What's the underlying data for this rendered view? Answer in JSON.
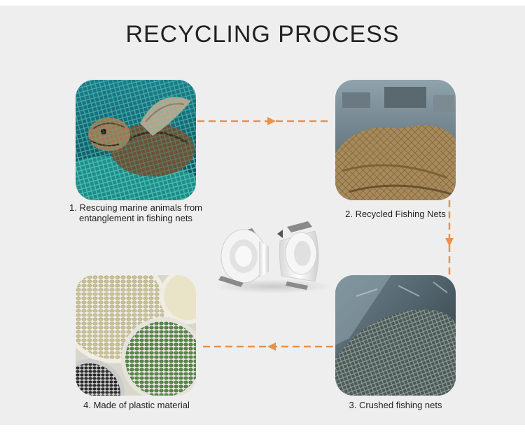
{
  "title": "RECYCLING PROCESS",
  "accent_color": "#e8924a",
  "steps": [
    {
      "label": "1. Rescuing marine animals from entanglement in fishing nets",
      "line1": "1. Rescuing marine animals from",
      "line2": "entanglement in fishing nets",
      "image": "sea-turtle-in-net-photo"
    },
    {
      "label": "2. Recycled Fishing Nets",
      "image": "fishing-nets-pile-photo"
    },
    {
      "label": "3. Crushed fishing nets",
      "image": "crushed-nets-photo"
    },
    {
      "label": "4. Made of plastic material",
      "image": "plastic-pellets-photo"
    }
  ],
  "product": "white-downlight-housings"
}
